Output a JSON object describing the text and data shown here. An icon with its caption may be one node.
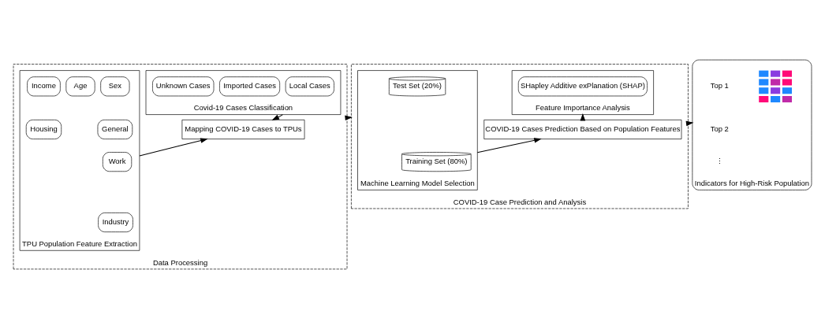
{
  "diagram": {
    "nodes": [
      {
        "text": [
          "Data Processing"
        ]
      },
      {
        "text": [
          "Covid-19 Cases Classification"
        ],
        "in": 0
      },
      {
        "text": [
          "Local Cases"
        ],
        "in": 1
      },
      {
        "text": [
          "Imported Cases"
        ],
        "in": 1
      },
      {
        "text": [
          "Unknown Cases"
        ],
        "in": 1
      },
      {
        "text": [
          "Mapping COVID-19 Cases to TPUs"
        ],
        "in": 0
      },
      {
        "text": [
          "TPU Population Feature Extraction"
        ],
        "in": 0
      },
      {
        "text": [
          "Work"
        ],
        "in": 6
      },
      {
        "text": [
          "Sex"
        ],
        "in": 6
      },
      {
        "text": [
          "Age"
        ],
        "in": 6
      },
      {
        "text": [
          "Income"
        ],
        "in": 6
      },
      {
        "text": [
          "Industry"
        ],
        "in": 6
      },
      {
        "text": [
          "General"
        ],
        "in": 6
      },
      {
        "text": [
          "Housing"
        ],
        "in": 6
      },
      {
        "text": [
          "COVID-19 Case Prediction and Analysis"
        ]
      },
      {
        "text": [
          "Feature Importance Analysis"
        ],
        "in": 14
      },
      {
        "text": [
          "SHapley Additive exPlanation (SHAP)"
        ],
        "in": 15
      },
      {
        "text": [
          "COVID-19 Cases Prediction Based on Population Features"
        ],
        "in": 14
      },
      {
        "text": [
          "Machine Learning Model Selection"
        ],
        "in": 14
      },
      {
        "text": [
          "Training Set (80%)"
        ],
        "in": 18
      },
      {
        "text": [
          "Test Set (20%)"
        ],
        "in": 18
      },
      {
        "text": [
          "Indicators for High-Risk Population"
        ]
      },
      {
        "text": [],
        "shape": "picture",
        "in": 21
      }
    ],
    "edges": [
      {
        "from": 1,
        "to": 5,
        "arrow": "to"
      },
      {
        "from": 6,
        "to": 5,
        "arrow": "to"
      },
      {
        "from": 18,
        "to": 17,
        "arrow": "to"
      },
      {
        "from": 17,
        "to": 15,
        "arrow": "to"
      },
      {
        "from": 0,
        "to": 14,
        "arrow": "to"
      },
      {
        "from": 14,
        "to": 21,
        "arrow": "to"
      }
    ],
    "labels": [
      "Top 1",
      "Top 2",
      "⋮"
    ]
  }
}
